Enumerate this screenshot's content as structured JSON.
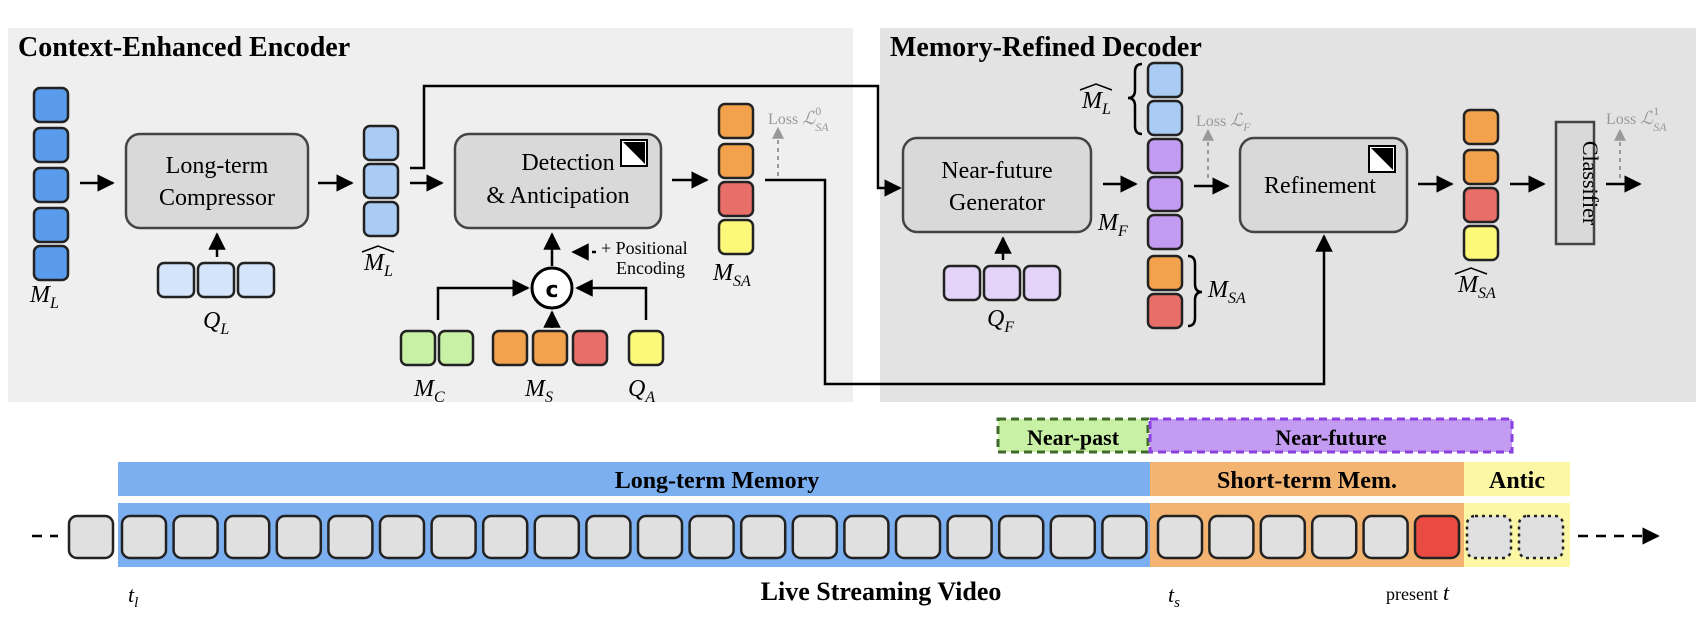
{
  "encoder": {
    "title": "Context-Enhanced Encoder",
    "compressor_line1": "Long-term",
    "compressor_line2": "Compressor",
    "detect_line1": "Detection",
    "detect_line2": "& Anticipation",
    "pos_line1": "+ Positional",
    "pos_line2": "Encoding",
    "concat": "c",
    "loss0": "Loss",
    "loss0_sym": "ℒ",
    "loss0_sub": "SA",
    "loss0_sup": "0",
    "ml": "M",
    "ml_sub": "L",
    "ql": "Q",
    "ql_sub": "L",
    "mlhat": "M",
    "mlhat_sub": "L",
    "msa": "M",
    "msa_sub": "SA",
    "mc": "M",
    "mc_sub": "C",
    "ms": "M",
    "ms_sub": "S",
    "qa": "Q",
    "qa_sub": "A"
  },
  "decoder": {
    "title": "Memory-Refined Decoder",
    "generator_line1": "Near-future",
    "generator_line2": "Generator",
    "refine": "Refinement",
    "classifier": "Classifier",
    "lossf": "Loss",
    "lossf_sym": "ℒ",
    "lossf_sub": "F",
    "loss1": "Loss",
    "loss1_sym": "ℒ",
    "loss1_sub": "SA",
    "loss1_sup": "1",
    "mlhat": "M",
    "mlhat_sub": "L",
    "mf": "M",
    "mf_sub": "F",
    "msa": "M",
    "msa_sub": "SA",
    "qf": "Q",
    "qf_sub": "F",
    "msahat": "M",
    "msahat_sub": "SA"
  },
  "timeline": {
    "long_term": "Long-term Memory",
    "short_term": "Short-term Mem.",
    "antic": "Antic",
    "near_past": "Near-past",
    "near_future": "Near-future",
    "title": "Live Streaming Video",
    "tl": "t",
    "tl_sub": "l",
    "ts": "t",
    "ts_sub": "s",
    "present": "present",
    "present_t": "t"
  },
  "colors": {
    "blue": "#5b9bec",
    "light_blue": "#a9cbf4",
    "pale_blue": "#d4e5fb",
    "orange": "#f2a24d",
    "red": "#e86e6a",
    "yellow": "#fbf87a",
    "green": "#c8f1a6",
    "purple": "#c39cf2",
    "pale_purple": "#e4d3f8",
    "bright_red": "#e94b42",
    "timeline_blue": "#7baff0",
    "timeline_orange": "#f3b472",
    "timeline_yellow": "#fcf7a4",
    "panel_left": "#efefef",
    "panel_right": "#e3e3e3"
  }
}
